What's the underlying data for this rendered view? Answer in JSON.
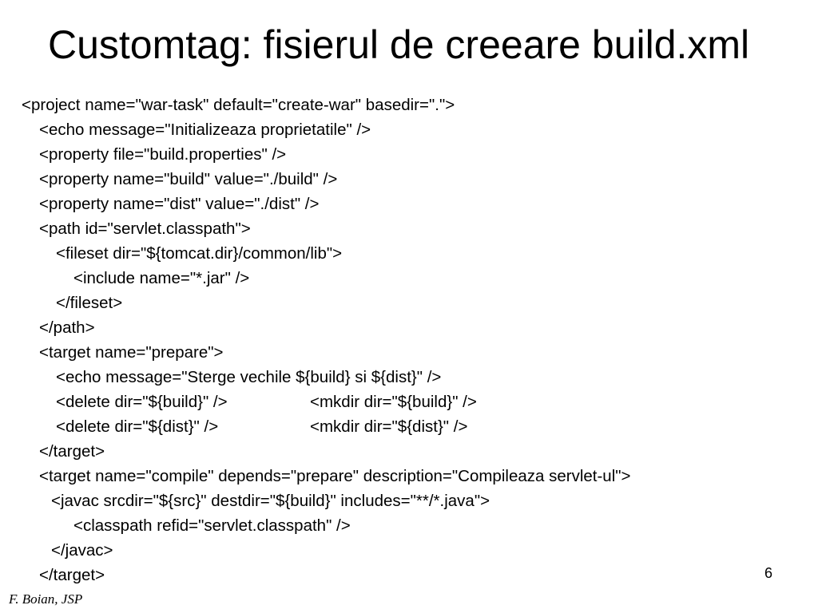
{
  "title": "Customtag: fisierul de creeare build.xml",
  "code_lines": [
    {
      "text": "<project name=\"war-task\" default=\"create-war\" basedir=\".\">"
    },
    {
      "text": "<echo message=\"Initializeaza proprietatile\" />"
    },
    {
      "text": "<property file=\"build.properties\" />"
    },
    {
      "text": "<property name=\"build\" value=\"./build\" />"
    },
    {
      "text": "<property name=\"dist\" value=\"./dist\" />"
    },
    {
      "text": "<path id=\"servlet.classpath\">"
    },
    {
      "text": "<fileset dir=\"${tomcat.dir}/common/lib\">"
    },
    {
      "text": "<include name=\"*.jar\" />"
    },
    {
      "text": "</fileset>"
    },
    {
      "text": "</path>"
    },
    {
      "text": "<target name=\"prepare\">"
    },
    {
      "text": "<echo message=\"Sterge vechile ${build} si ${dist}\" />"
    },
    {
      "text": "<delete dir=\"${build}\" />",
      "text2": "<mkdir dir=\"${build}\" />"
    },
    {
      "text": "<delete dir=\"${dist}\" />",
      "text2": "<mkdir dir=\"${dist}\" />"
    },
    {
      "text": "</target>"
    },
    {
      "text": "<target name=\"compile\" depends=\"prepare\" description=\"Compileaza servlet-ul\">"
    },
    {
      "text": "<javac srcdir=\"${src}\" destdir=\"${build}\" includes=\"**/*.java\">"
    },
    {
      "text": "<classpath refid=\"servlet.classpath\" />"
    },
    {
      "text": "</javac>"
    },
    {
      "text": "</target>"
    }
  ],
  "page_number": "6",
  "footer": "F. Boian, JSP"
}
